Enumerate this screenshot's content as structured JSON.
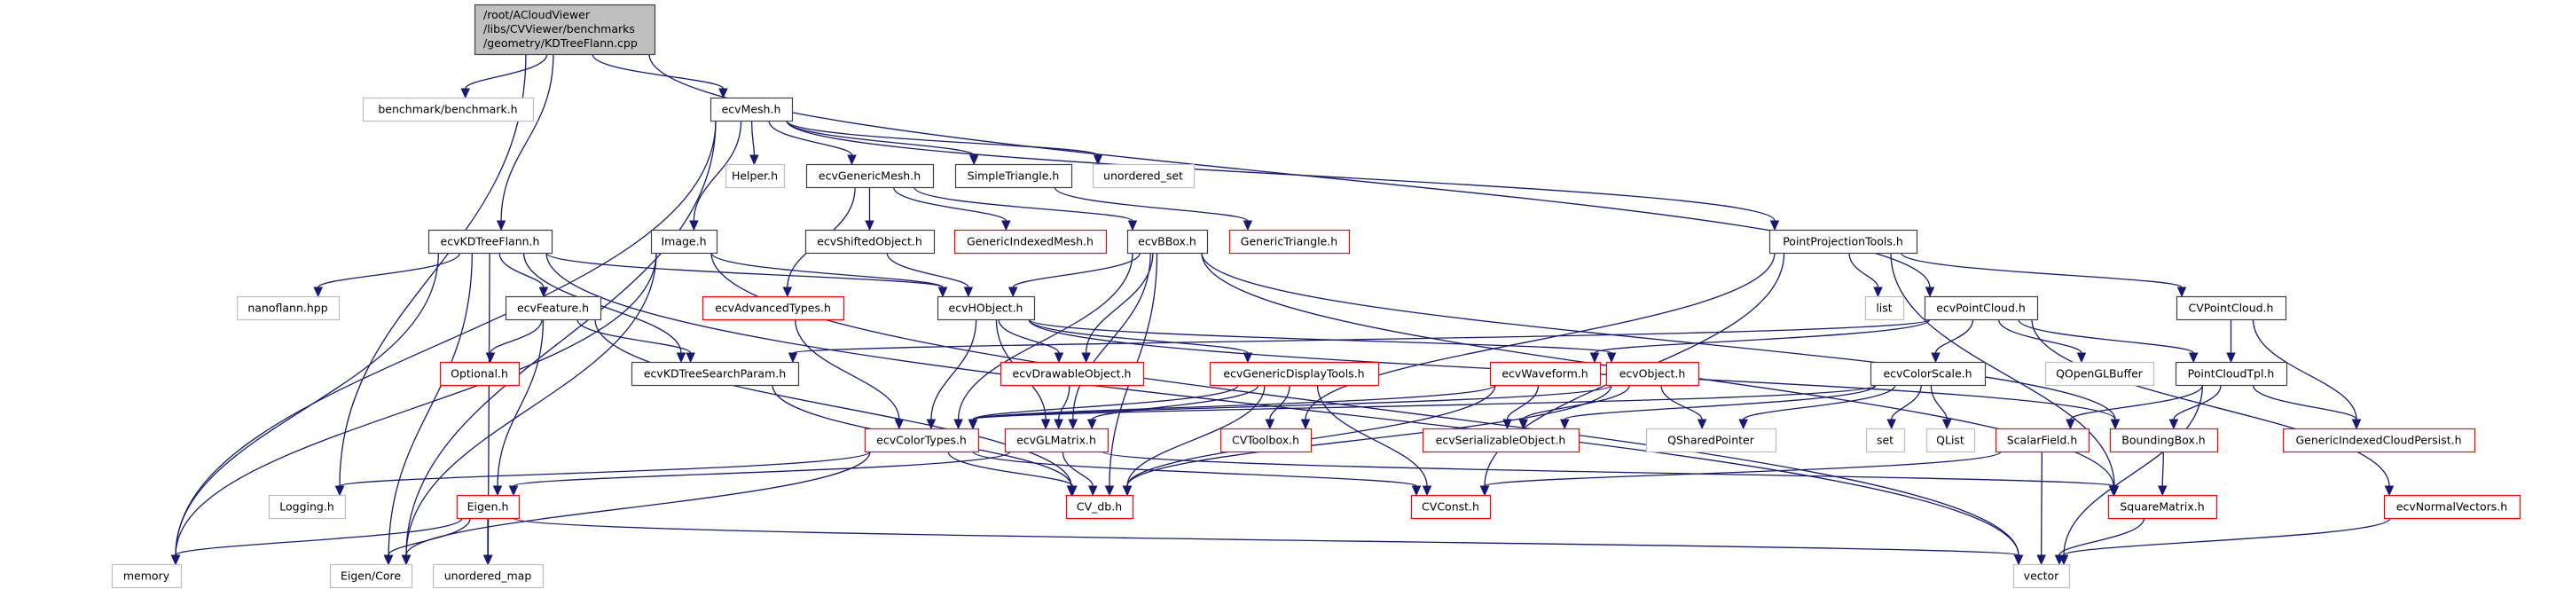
{
  "title": "Include dependency graph for /root/ACloudViewer/libs/CVViewer/benchmarks/geometry/KDTreeFlann.cpp",
  "colors": {
    "edge": "#191970",
    "root_fill": "#bfbfbf",
    "local_border": "#404040",
    "truncated_border": "#ff0000",
    "system_border": "#bfbfbf"
  },
  "legend_kinds": {
    "root": "file being documented",
    "local": "documented header",
    "truncated": "header with truncated graph",
    "system": "external / system header"
  },
  "nodes": [
    {
      "id": "root",
      "lines": [
        "/root/ACloudViewer",
        "/libs/CVViewer/benchmarks",
        "/geometry/KDTreeFlann.cpp"
      ],
      "kind": "root"
    },
    {
      "id": "benchmark",
      "lines": [
        "benchmark/benchmark.h"
      ],
      "kind": "system"
    },
    {
      "id": "ecvMesh",
      "lines": [
        "ecvMesh.h"
      ],
      "kind": "local"
    },
    {
      "id": "Helper",
      "lines": [
        "Helper.h"
      ],
      "kind": "system"
    },
    {
      "id": "ecvGenericMesh",
      "lines": [
        "ecvGenericMesh.h"
      ],
      "kind": "local"
    },
    {
      "id": "SimpleTriangle",
      "lines": [
        "SimpleTriangle.h"
      ],
      "kind": "local"
    },
    {
      "id": "unordered_set",
      "lines": [
        "unordered_set"
      ],
      "kind": "system"
    },
    {
      "id": "ecvKDTreeFlann",
      "lines": [
        "ecvKDTreeFlann.h"
      ],
      "kind": "local"
    },
    {
      "id": "Image",
      "lines": [
        "Image.h"
      ],
      "kind": "local"
    },
    {
      "id": "ecvShiftedObject",
      "lines": [
        "ecvShiftedObject.h"
      ],
      "kind": "local"
    },
    {
      "id": "GenericIndexedMesh",
      "lines": [
        "GenericIndexedMesh.h"
      ],
      "kind": "truncated"
    },
    {
      "id": "ecvBBox",
      "lines": [
        "ecvBBox.h"
      ],
      "kind": "local"
    },
    {
      "id": "GenericTriangle",
      "lines": [
        "GenericTriangle.h"
      ],
      "kind": "truncated"
    },
    {
      "id": "PointProjectionTools",
      "lines": [
        "PointProjectionTools.h"
      ],
      "kind": "local"
    },
    {
      "id": "nanoflann",
      "lines": [
        "nanoflann.hpp"
      ],
      "kind": "system"
    },
    {
      "id": "ecvFeature",
      "lines": [
        "ecvFeature.h"
      ],
      "kind": "local"
    },
    {
      "id": "ecvAdvancedTypes",
      "lines": [
        "ecvAdvancedTypes.h"
      ],
      "kind": "truncated"
    },
    {
      "id": "ecvHObject",
      "lines": [
        "ecvHObject.h"
      ],
      "kind": "local"
    },
    {
      "id": "list",
      "lines": [
        "list"
      ],
      "kind": "system"
    },
    {
      "id": "ecvPointCloud",
      "lines": [
        "ecvPointCloud.h"
      ],
      "kind": "local"
    },
    {
      "id": "CVPointCloud",
      "lines": [
        "CVPointCloud.h"
      ],
      "kind": "local"
    },
    {
      "id": "Optional",
      "lines": [
        "Optional.h"
      ],
      "kind": "truncated"
    },
    {
      "id": "ecvKDTreeSearchParam",
      "lines": [
        "ecvKDTreeSearchParam.h"
      ],
      "kind": "local"
    },
    {
      "id": "ecvDrawableObject",
      "lines": [
        "ecvDrawableObject.h"
      ],
      "kind": "truncated"
    },
    {
      "id": "ecvGenericDisplayTools",
      "lines": [
        "ecvGenericDisplayTools.h"
      ],
      "kind": "truncated"
    },
    {
      "id": "ecvWaveform",
      "lines": [
        "ecvWaveform.h"
      ],
      "kind": "truncated"
    },
    {
      "id": "ecvObject",
      "lines": [
        "ecvObject.h"
      ],
      "kind": "truncated"
    },
    {
      "id": "ecvColorScale",
      "lines": [
        "ecvColorScale.h"
      ],
      "kind": "local"
    },
    {
      "id": "QOpenGLBuffer",
      "lines": [
        "QOpenGLBuffer"
      ],
      "kind": "system"
    },
    {
      "id": "PointCloudTpl",
      "lines": [
        "PointCloudTpl.h"
      ],
      "kind": "local"
    },
    {
      "id": "ecvColorTypes",
      "lines": [
        "ecvColorTypes.h"
      ],
      "kind": "truncated"
    },
    {
      "id": "ecvGLMatrix",
      "lines": [
        "ecvGLMatrix.h"
      ],
      "kind": "truncated"
    },
    {
      "id": "CVToolbox",
      "lines": [
        "CVToolbox.h"
      ],
      "kind": "truncated"
    },
    {
      "id": "ecvSerializableObject",
      "lines": [
        "ecvSerializableObject.h"
      ],
      "kind": "truncated"
    },
    {
      "id": "QSharedPointer",
      "lines": [
        "QSharedPointer"
      ],
      "kind": "system"
    },
    {
      "id": "set",
      "lines": [
        "set"
      ],
      "kind": "system"
    },
    {
      "id": "QList",
      "lines": [
        "QList"
      ],
      "kind": "system"
    },
    {
      "id": "ScalarField",
      "lines": [
        "ScalarField.h"
      ],
      "kind": "truncated"
    },
    {
      "id": "BoundingBox",
      "lines": [
        "BoundingBox.h"
      ],
      "kind": "truncated"
    },
    {
      "id": "GenericIndexedCloudPersist",
      "lines": [
        "GenericIndexedCloudPersist.h"
      ],
      "kind": "truncated"
    },
    {
      "id": "Logging",
      "lines": [
        "Logging.h"
      ],
      "kind": "system"
    },
    {
      "id": "Eigen",
      "lines": [
        "Eigen.h"
      ],
      "kind": "truncated"
    },
    {
      "id": "CV_db",
      "lines": [
        "CV_db.h"
      ],
      "kind": "truncated"
    },
    {
      "id": "CVConst",
      "lines": [
        "CVConst.h"
      ],
      "kind": "truncated"
    },
    {
      "id": "SquareMatrix",
      "lines": [
        "SquareMatrix.h"
      ],
      "kind": "truncated"
    },
    {
      "id": "ecvNormalVectors",
      "lines": [
        "ecvNormalVectors.h"
      ],
      "kind": "truncated"
    },
    {
      "id": "memory",
      "lines": [
        "memory"
      ],
      "kind": "system"
    },
    {
      "id": "EigenCore",
      "lines": [
        "Eigen/Core"
      ],
      "kind": "system"
    },
    {
      "id": "unordered_map",
      "lines": [
        "unordered_map"
      ],
      "kind": "system"
    },
    {
      "id": "vector",
      "lines": [
        "vector"
      ],
      "kind": "system"
    }
  ],
  "edges": [
    [
      "root",
      "benchmark"
    ],
    [
      "root",
      "ecvMesh"
    ],
    [
      "root",
      "ecvKDTreeFlann"
    ],
    [
      "root",
      "Logging"
    ],
    [
      "root",
      "ecvPointCloud"
    ],
    [
      "ecvMesh",
      "Helper"
    ],
    [
      "ecvMesh",
      "ecvGenericMesh"
    ],
    [
      "ecvMesh",
      "SimpleTriangle"
    ],
    [
      "ecvMesh",
      "unordered_set"
    ],
    [
      "ecvMesh",
      "Image"
    ],
    [
      "ecvMesh",
      "PointProjectionTools"
    ],
    [
      "ecvMesh",
      "EigenCore"
    ],
    [
      "ecvMesh",
      "memory"
    ],
    [
      "ecvGenericMesh",
      "ecvShiftedObject"
    ],
    [
      "ecvGenericMesh",
      "GenericIndexedMesh"
    ],
    [
      "ecvGenericMesh",
      "ecvBBox"
    ],
    [
      "ecvGenericMesh",
      "ecvAdvancedTypes"
    ],
    [
      "SimpleTriangle",
      "GenericTriangle"
    ],
    [
      "ecvShiftedObject",
      "ecvHObject"
    ],
    [
      "ecvBBox",
      "ecvHObject"
    ],
    [
      "ecvBBox",
      "ecvDrawableObject"
    ],
    [
      "ecvBBox",
      "ecvColorTypes"
    ],
    [
      "ecvBBox",
      "ecvGLMatrix"
    ],
    [
      "ecvBBox",
      "CV_db"
    ],
    [
      "ecvBBox",
      "BoundingBox"
    ],
    [
      "ecvBBox",
      "SquareMatrix"
    ],
    [
      "ecvKDTreeFlann",
      "nanoflann"
    ],
    [
      "ecvKDTreeFlann",
      "ecvFeature"
    ],
    [
      "ecvKDTreeFlann",
      "ecvKDTreeSearchParam"
    ],
    [
      "ecvKDTreeFlann",
      "ecvHObject"
    ],
    [
      "ecvKDTreeFlann",
      "memory"
    ],
    [
      "ecvKDTreeFlann",
      "EigenCore"
    ],
    [
      "ecvKDTreeFlann",
      "unordered_map"
    ],
    [
      "ecvKDTreeFlann",
      "vector"
    ],
    [
      "Image",
      "ecvHObject"
    ],
    [
      "Image",
      "EigenCore"
    ],
    [
      "Image",
      "memory"
    ],
    [
      "Image",
      "vector"
    ],
    [
      "ecvFeature",
      "Optional"
    ],
    [
      "ecvFeature",
      "ecvKDTreeSearchParam"
    ],
    [
      "ecvFeature",
      "Eigen"
    ],
    [
      "ecvFeature",
      "CV_db"
    ],
    [
      "ecvAdvancedTypes",
      "ecvColorTypes"
    ],
    [
      "ecvHObject",
      "ecvDrawableObject"
    ],
    [
      "ecvHObject",
      "ecvGenericDisplayTools"
    ],
    [
      "ecvHObject",
      "ecvColorTypes"
    ],
    [
      "ecvHObject",
      "ecvGLMatrix"
    ],
    [
      "ecvHObject",
      "ecvObject"
    ],
    [
      "ecvHObject",
      "BoundingBox"
    ],
    [
      "ecvKDTreeSearchParam",
      "CV_db"
    ],
    [
      "ecvDrawableObject",
      "ecvGLMatrix"
    ],
    [
      "ecvGenericDisplayTools",
      "CVToolbox"
    ],
    [
      "ecvGenericDisplayTools",
      "ecvColorTypes"
    ],
    [
      "ecvGenericDisplayTools",
      "ecvGLMatrix"
    ],
    [
      "ecvGenericDisplayTools",
      "CV_db"
    ],
    [
      "ecvGenericDisplayTools",
      "CVConst"
    ],
    [
      "PointProjectionTools",
      "list"
    ],
    [
      "PointProjectionTools",
      "CVPointCloud"
    ],
    [
      "PointProjectionTools",
      "CVConst"
    ],
    [
      "PointProjectionTools",
      "SquareMatrix"
    ],
    [
      "PointProjectionTools",
      "CVToolbox"
    ],
    [
      "ecvPointCloud",
      "ecvColorScale"
    ],
    [
      "ecvPointCloud",
      "QOpenGLBuffer"
    ],
    [
      "ecvPointCloud",
      "PointCloudTpl"
    ],
    [
      "ecvPointCloud",
      "ecvKDTreeSearchParam"
    ],
    [
      "ecvPointCloud",
      "ecvWaveform"
    ],
    [
      "ecvPointCloud",
      "ecvNormalVectors"
    ],
    [
      "CVPointCloud",
      "PointCloudTpl"
    ],
    [
      "CVPointCloud",
      "GenericIndexedCloudPersist"
    ],
    [
      "ecvWaveform",
      "ecvSerializableObject"
    ],
    [
      "ecvWaveform",
      "ecvColorTypes"
    ],
    [
      "ecvWaveform",
      "CV_db"
    ],
    [
      "ecvObject",
      "ecvSerializableObject"
    ],
    [
      "ecvObject",
      "QSharedPointer"
    ],
    [
      "ecvObject",
      "CV_db"
    ],
    [
      "ecvObject",
      "ecvColorTypes"
    ],
    [
      "ecvColorScale",
      "set"
    ],
    [
      "ecvColorScale",
      "QList"
    ],
    [
      "ecvColorScale",
      "QSharedPointer"
    ],
    [
      "ecvColorScale",
      "ecvSerializableObject"
    ],
    [
      "ecvColorScale",
      "ecvColorTypes"
    ],
    [
      "PointCloudTpl",
      "ScalarField"
    ],
    [
      "PointCloudTpl",
      "BoundingBox"
    ],
    [
      "PointCloudTpl",
      "GenericIndexedCloudPersist"
    ],
    [
      "PointCloudTpl",
      "vector"
    ],
    [
      "ScalarField",
      "vector"
    ],
    [
      "ScalarField",
      "CVConst"
    ],
    [
      "BoundingBox",
      "SquareMatrix"
    ],
    [
      "SquareMatrix",
      "vector"
    ],
    [
      "ecvNormalVectors",
      "vector"
    ],
    [
      "ecvColorTypes",
      "CV_db"
    ],
    [
      "ecvColorTypes",
      "EigenCore"
    ],
    [
      "ecvColorTypes",
      "Logging"
    ],
    [
      "ecvColorTypes",
      "CVConst"
    ],
    [
      "ecvGLMatrix",
      "CV_db"
    ],
    [
      "ecvGLMatrix",
      "Eigen"
    ],
    [
      "ecvGLMatrix",
      "SquareMatrix"
    ],
    [
      "Eigen",
      "memory"
    ],
    [
      "Eigen",
      "EigenCore"
    ],
    [
      "Eigen",
      "unordered_map"
    ],
    [
      "Eigen",
      "vector"
    ]
  ]
}
